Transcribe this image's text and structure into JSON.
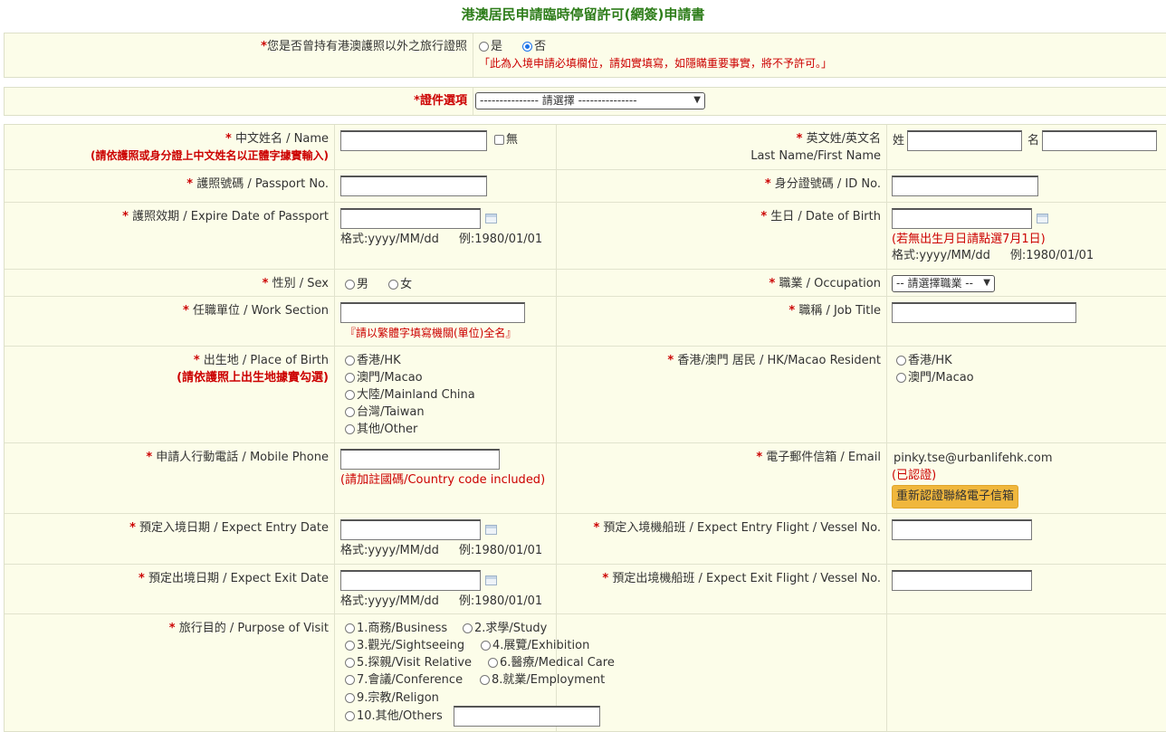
{
  "title": "港澳居民申請臨時停留許可(網簽)申請書",
  "q_other_docs": {
    "label": "您是否曾持有港澳護照以外之旅行證照",
    "yes": "是",
    "no": "否",
    "selected": "否",
    "note": "「此為入境申請必填欄位，請如實填寫，如隱瞞重要事實，將不予許可。」"
  },
  "doc_select": {
    "label": "證件選項",
    "value": "--------------- 請選擇 ---------------"
  },
  "form": {
    "required_mark": "*",
    "name": {
      "label": "中文姓名 / Name",
      "note": "(請依護照或身分證上中文姓名以正體字據實輸入)",
      "none": "無"
    },
    "eng_name": {
      "label1": "英文姓/英文名",
      "label2": "Last Name/First Name",
      "last": "姓",
      "first": "名"
    },
    "passport": {
      "label": "護照號碼 / Passport No."
    },
    "id_no": {
      "label": "身分證號碼 / ID No."
    },
    "expire": {
      "label": "護照效期 / Expire Date of Passport",
      "format": "格式:yyyy/MM/dd",
      "example": "例:1980/01/01"
    },
    "birth": {
      "label": "生日 / Date of Birth",
      "note": "(若無出生月日請點選7月1日)",
      "format": "格式:yyyy/MM/dd",
      "example": "例:1980/01/01"
    },
    "sex": {
      "label": "性別 / Sex",
      "male": "男",
      "female": "女"
    },
    "occupation": {
      "label": "職業 / Occupation",
      "value": "-- 請選擇職業 --"
    },
    "work": {
      "label": "任職單位 / Work Section",
      "note": "『請以繁體字填寫機關(單位)全名』"
    },
    "job": {
      "label": "職稱 / Job Title"
    },
    "pob": {
      "label": "出生地 / Place of Birth",
      "note": "(請依護照上出生地據實勾選)",
      "options": [
        "香港/HK",
        "澳門/Macao",
        "大陸/Mainland China",
        "台灣/Taiwan",
        "其他/Other"
      ]
    },
    "resident": {
      "label": "香港/澳門 居民 / HK/Macao Resident",
      "options": [
        "香港/HK",
        "澳門/Macao"
      ]
    },
    "mobile": {
      "label": "申請人行動電話 / Mobile Phone",
      "note": "(請加註國碼/Country code included)"
    },
    "email": {
      "label": "電子郵件信箱 / Email",
      "value": "pinky.tse@urbanlifehk.com",
      "status": "(已認證)",
      "button": "重新認證聯絡電子信箱"
    },
    "entry_date": {
      "label": "預定入境日期 / Expect Entry Date",
      "format": "格式:yyyy/MM/dd",
      "example": "例:1980/01/01"
    },
    "entry_flight": {
      "label": "預定入境機船班 / Expect Entry Flight / Vessel No."
    },
    "exit_date": {
      "label": "預定出境日期 / Expect Exit Date",
      "format": "格式:yyyy/MM/dd",
      "example": "例:1980/01/01"
    },
    "exit_flight": {
      "label": "預定出境機船班 / Expect Exit Flight / Vessel No."
    },
    "purpose": {
      "label": "旅行目的 / Purpose of Visit",
      "options": [
        "1.商務/Business",
        "2.求學/Study",
        "3.觀光/Sightseeing",
        "4.展覽/Exhibition",
        "5.探親/Visit Relative",
        "6.醫療/Medical Care",
        "7.會議/Conference",
        "8.就業/Employment",
        "9.宗教/Religon",
        "10.其他/Others"
      ]
    }
  }
}
